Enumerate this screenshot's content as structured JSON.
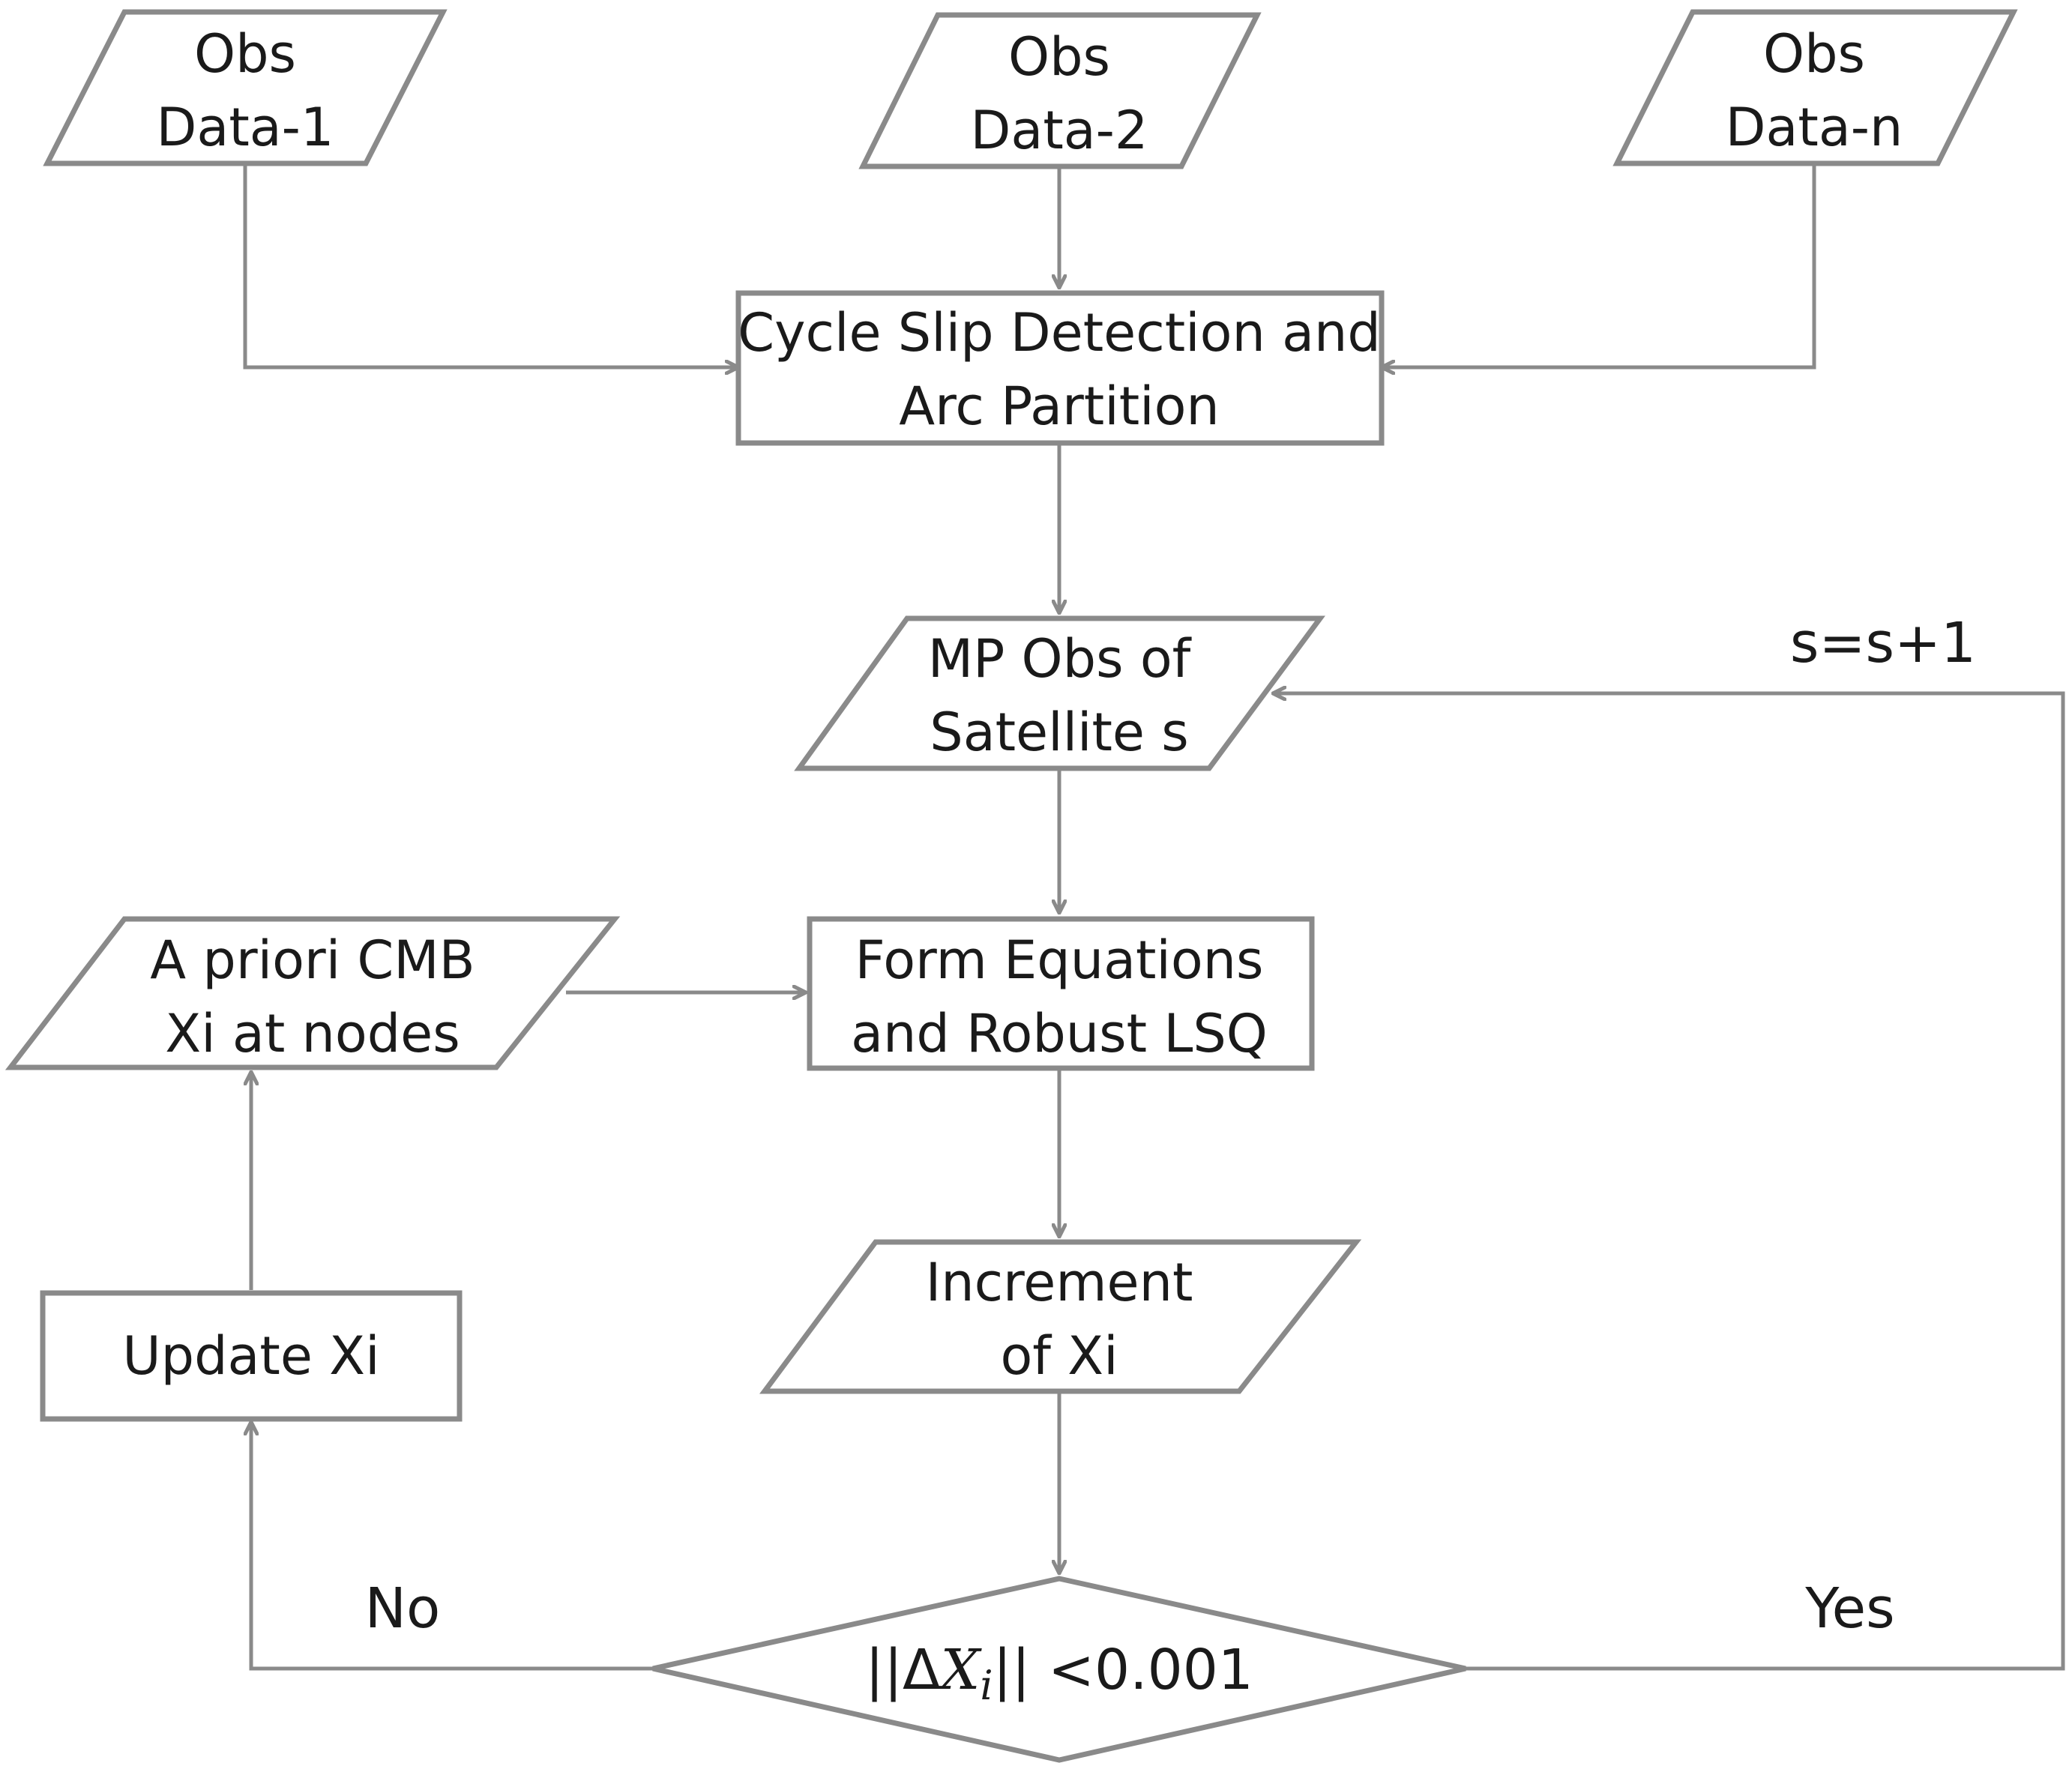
{
  "nodes": {
    "obs_data_1": {
      "line1": "Obs",
      "line2": "Data-1"
    },
    "obs_data_2": {
      "line1": "Obs",
      "line2": "Data-2"
    },
    "obs_data_n": {
      "line1": "Obs",
      "line2": "Data-n"
    },
    "cycle_slip": {
      "line1": "Cycle Slip Detection and",
      "line2": "Arc Partition"
    },
    "mp_obs": {
      "line1": "MP Obs of",
      "line2": "Satellite s"
    },
    "a_priori": {
      "line1": "A priori CMB",
      "line2": "Xi at nodes"
    },
    "form_equations": {
      "line1": "Form Equations",
      "line2": "and Robust LSQ"
    },
    "increment": {
      "line1": "Increment",
      "line2": "of Xi"
    },
    "update_xi": {
      "line1": "Update Xi"
    },
    "decision": {
      "norm_open": "||",
      "delta": "Δ",
      "var": "X",
      "sub": "i",
      "norm_close": "||",
      "condition": " <0.001"
    }
  },
  "edge_labels": {
    "loop": "s=s+1",
    "no": "No",
    "yes": "Yes"
  },
  "colors": {
    "stroke": "#8a8a8a",
    "text": "#1a1a1a",
    "background": "#ffffff"
  }
}
